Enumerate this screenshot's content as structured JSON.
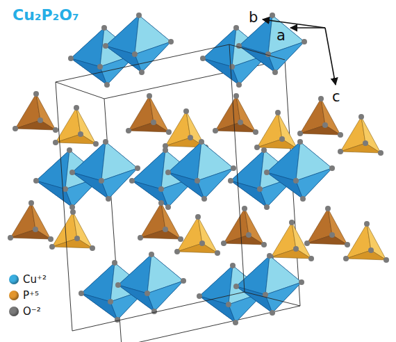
{
  "diagram": {
    "title": "Cu₂P₂O₇",
    "labels": [
      "b",
      "a",
      "c"
    ],
    "legend": [
      {
        "text": "Cu⁺²",
        "color": "#3aaee0"
      },
      {
        "text": "P⁺⁵",
        "color": "#e3962c"
      },
      {
        "text": "O⁻²",
        "color": "#7a7a7a"
      }
    ]
  }
}
